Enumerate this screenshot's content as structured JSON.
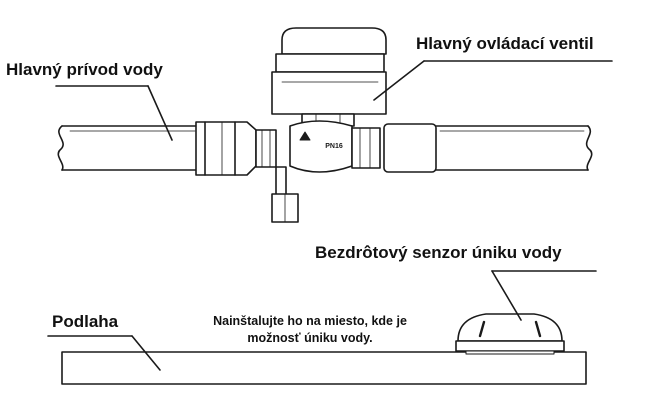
{
  "labels": {
    "main_supply": "Hlavný prívod vody",
    "main_valve": "Hlavný ovládací ventil",
    "sensor": "Bezdrôtový senzor úniku vody",
    "floor": "Podlaha"
  },
  "note": {
    "line1": "Nainštalujte ho na miesto, kde je",
    "line2": "možnosť úniku vody."
  },
  "valve_marking": "PN16",
  "colors": {
    "line": "#1a1a1a",
    "text": "#111111",
    "fill": "#ffffff"
  }
}
